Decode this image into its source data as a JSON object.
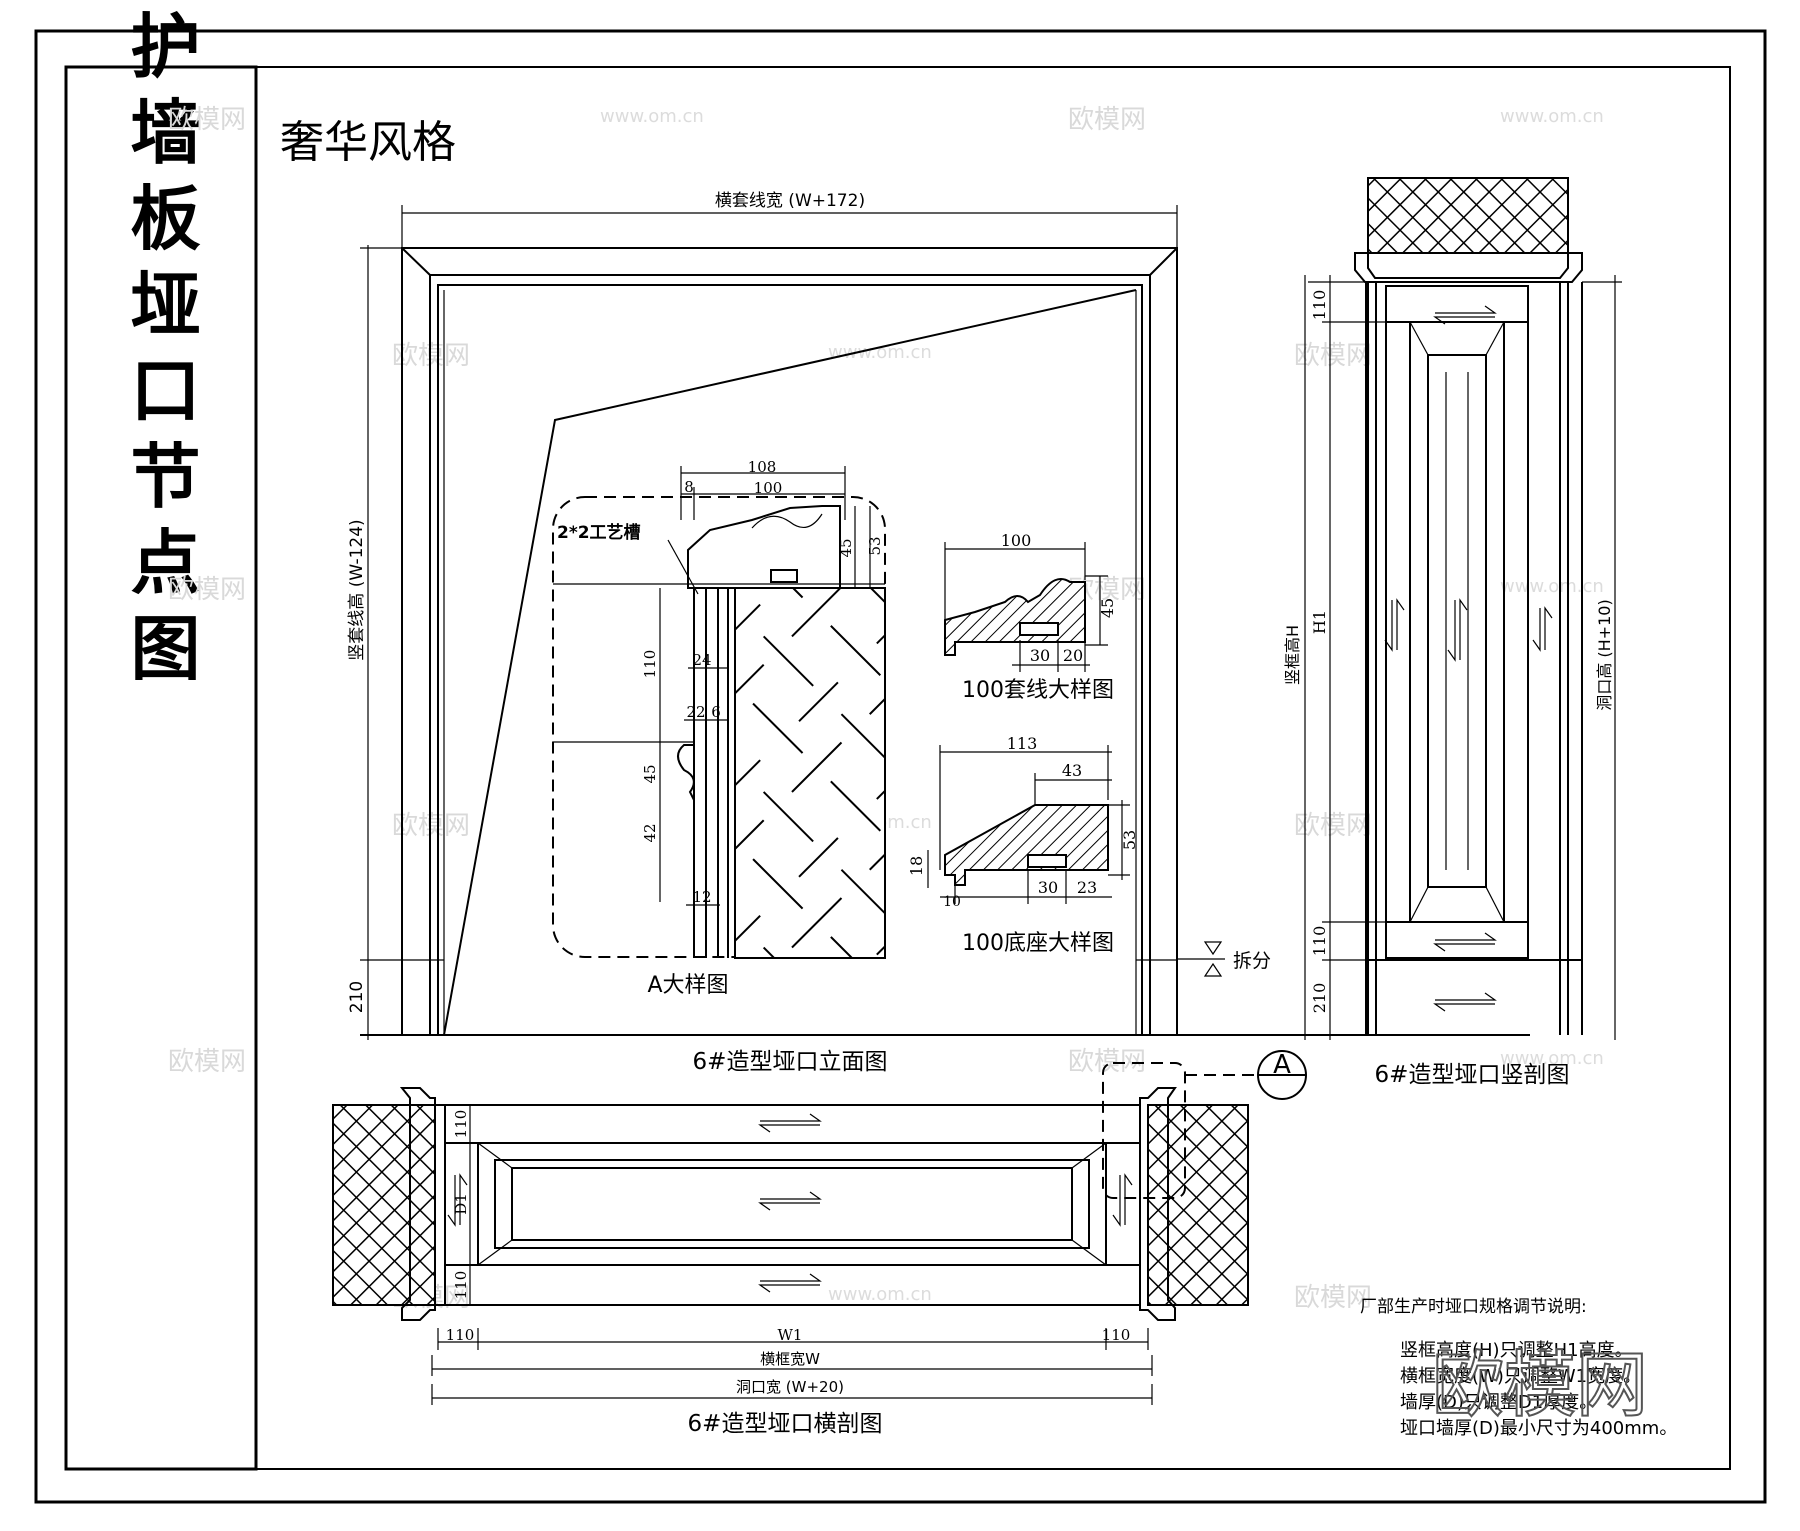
{
  "side_title": "门板/柜板/护墙板垭口节点图",
  "style_title": "奢华风格",
  "elevation": {
    "caption": "6#造型垭口立面图",
    "top_dim": "横套线宽 (W+172)",
    "left_dim": "竖套线高 (W-124)",
    "base_dim": "210",
    "split_label": "拆分"
  },
  "detail_a": {
    "caption": "A大样图",
    "note": "2*2工艺槽",
    "dims": {
      "d108": "108",
      "d8": "8",
      "d100": "100",
      "d45": "45",
      "d53": "53",
      "d110": "110",
      "d24": "24",
      "d22": "22",
      "d6": "6",
      "d45b": "45",
      "d42": "42",
      "d12": "12"
    }
  },
  "casing_detail": {
    "caption": "100套线大样图",
    "dims": {
      "w": "100",
      "h": "45",
      "a": "30",
      "b": "20"
    }
  },
  "base_detail": {
    "caption": "100底座大样图",
    "dims": {
      "w": "113",
      "w2": "43",
      "h": "53",
      "h2": "18",
      "a": "30",
      "b": "23",
      "c": "10"
    }
  },
  "vertical_section": {
    "caption": "6#造型垭口竖剖图",
    "top_dim": "110",
    "bottom_dim": "110",
    "base_dim": "210",
    "h1_label": "H1",
    "frame_label": "竖框高H",
    "opening_label": "洞口高 (H+10)"
  },
  "horizontal_section": {
    "caption": "6#造型垭口横剖图",
    "top_dim": "110",
    "bottom_dim": "110",
    "d1_label": "D1",
    "left_dim": "110",
    "right_dim": "110",
    "w1_label": "W1",
    "frame_width_label": "横框宽W",
    "opening_width_label": "洞口宽 (W+20)",
    "section_marker": "A"
  },
  "notes": {
    "title": "厂部生产时垭口规格调节说明:",
    "lines": [
      "竖框高度(H)只调整H1高度。",
      "横框宽度(W)只调整W1宽度。",
      "墙厚(D)只调整D1厚度。",
      "垭口墙厚(D)最小尺寸为400mm。"
    ]
  },
  "watermark": {
    "brand": "欧模网",
    "url": "www.om.cn"
  }
}
